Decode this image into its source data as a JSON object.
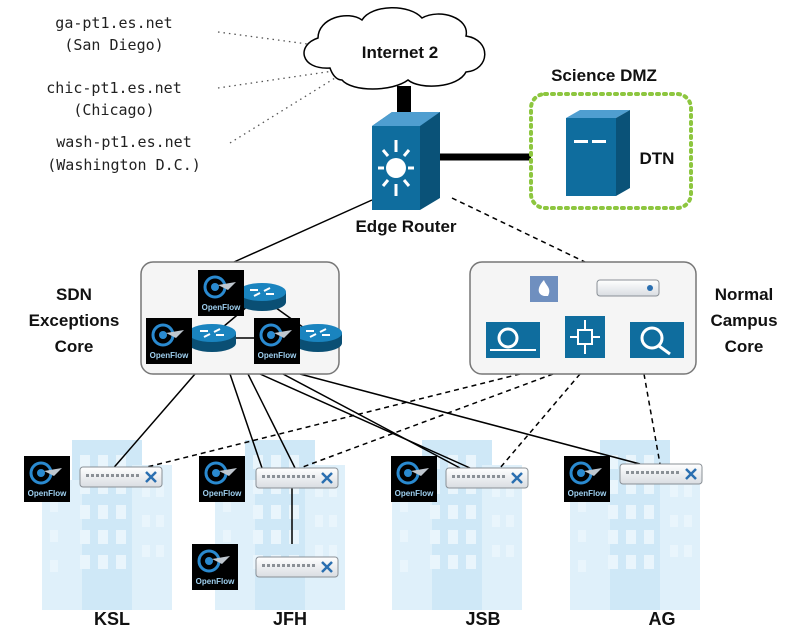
{
  "cloud_label": "Internet 2",
  "peers": [
    {
      "host": "ga-pt1.es.net",
      "city": "(San Diego)"
    },
    {
      "host": "chic-pt1.es.net",
      "city": "(Chicago)"
    },
    {
      "host": "wash-pt1.es.net",
      "city": "(Washington D.C.)"
    }
  ],
  "science_dmz": {
    "title": "Science DMZ",
    "dtn": "DTN"
  },
  "edge_router": "Edge Router",
  "sdn_core": {
    "line1": "SDN",
    "line2": "Exceptions",
    "line3": "Core"
  },
  "campus_core": {
    "line1": "Normal",
    "line2": "Campus",
    "line3": "Core"
  },
  "openflow_label": "OpenFlow",
  "buildings": [
    {
      "name": "KSL"
    },
    {
      "name": "JFH"
    },
    {
      "name": "JSB"
    },
    {
      "name": "AG"
    }
  ],
  "colors": {
    "router_blue": "#0f6d9e",
    "dmz_green": "#8dc63f",
    "building_blue": "#cfe8f7",
    "box_border": "#777777"
  }
}
